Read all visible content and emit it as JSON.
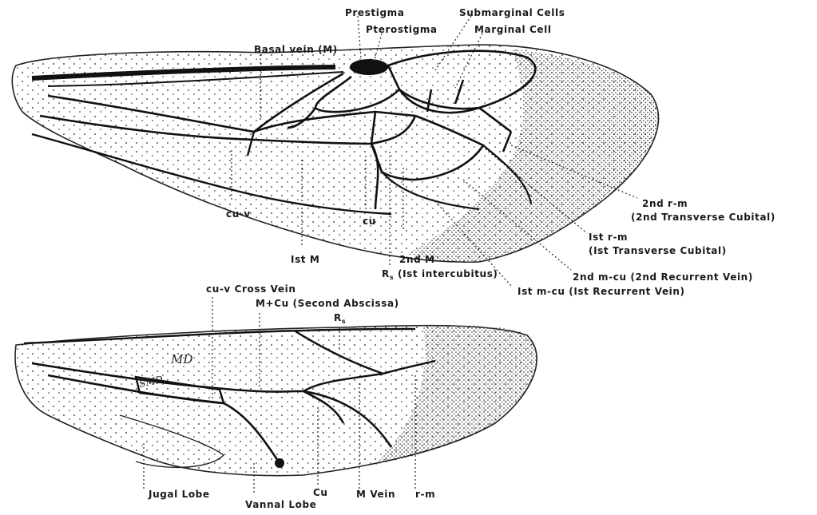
{
  "forewing": {
    "prestigma": "Prestigma",
    "pterostigma": "Pterostigma",
    "submarginal_cells": "Submarginal Cells",
    "marginal_cell": "Marginal Cell",
    "basal_vein": "Basal vein (M)",
    "cu_v": "cu-v",
    "first_m": "Ist M",
    "cu": "cu",
    "second_m": "2nd M",
    "rs_prefix": "R",
    "rs_sub": "s",
    "rs_suffix": " (Ist intercubitus)",
    "second_rm_line1": "2nd r-m",
    "second_rm_line2": "(2nd Transverse Cubital)",
    "first_rm_line1": "Ist r-m",
    "first_rm_line2": "(Ist Transverse Cubital)",
    "second_mcu": "2nd m-cu (2nd Recurrent Vein)",
    "first_mcu": "Ist m-cu (Ist Recurrent Vein)"
  },
  "hindwing": {
    "cu_v_cross_vein": "cu-v Cross Vein",
    "m_cu_second_abscissa": "M+Cu (Second Abscissa)",
    "rs_prefix": "R",
    "rs_sub": "s",
    "md": "MD",
    "smd": "SMD",
    "jugal_lobe": "Jugal Lobe",
    "vannal_lobe": "Vannal Lobe",
    "cu": "Cu",
    "m_vein": "M Vein",
    "r_m": "r-m"
  },
  "colors": {
    "ink": "#1a1a1a",
    "paper": "#ffffff"
  }
}
